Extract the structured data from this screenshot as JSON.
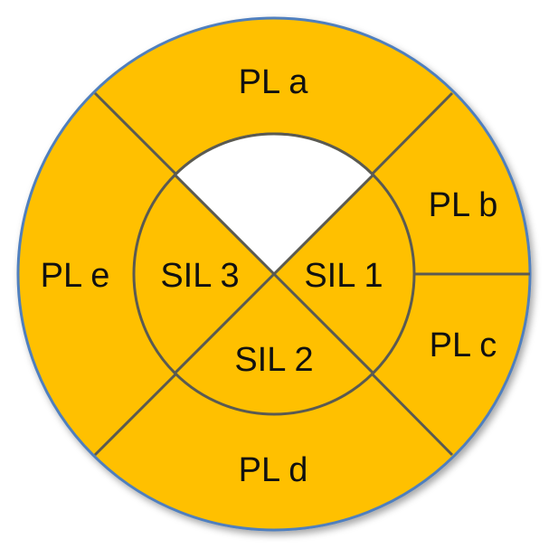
{
  "diagram": {
    "outer_segments": {
      "pl_a": "PL a",
      "pl_b": "PL b",
      "pl_c": "PL c",
      "pl_d": "PL d",
      "pl_e": "PL e"
    },
    "inner_segments": {
      "sil_1": "SIL 1",
      "sil_2": "SIL 2",
      "sil_3": "SIL 3"
    }
  },
  "colors": {
    "fill": "#FFC000",
    "divider": "#5A5A52",
    "outer_border": "#4F7FBE",
    "empty_sector": "#FFFFFF"
  }
}
